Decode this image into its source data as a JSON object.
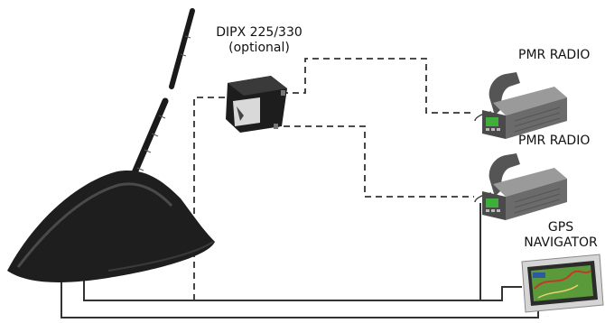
{
  "labels": {
    "dipx_line1": "DIPX 225/330",
    "dipx_line2": "(optional)",
    "pmr_radio_1": "PMR RADIO",
    "pmr_radio_2": "PMR RADIO",
    "gps_line1": "GPS",
    "gps_line2": "NAVIGATOR"
  },
  "colors": {
    "background": "#ffffff",
    "line": "#333333",
    "antenna_body": "#1e1e1e",
    "radio_body": "#6b6b6b",
    "radio_screen": "#3fae3a",
    "dipx_body": "#1d1d1d",
    "gps_frame": "#d5d5d5",
    "gps_map": "#5a9a3a"
  },
  "icons": [
    "antenna-icon",
    "dipx-splitter-icon",
    "pmr-radio-icon",
    "gps-navigator-icon"
  ]
}
